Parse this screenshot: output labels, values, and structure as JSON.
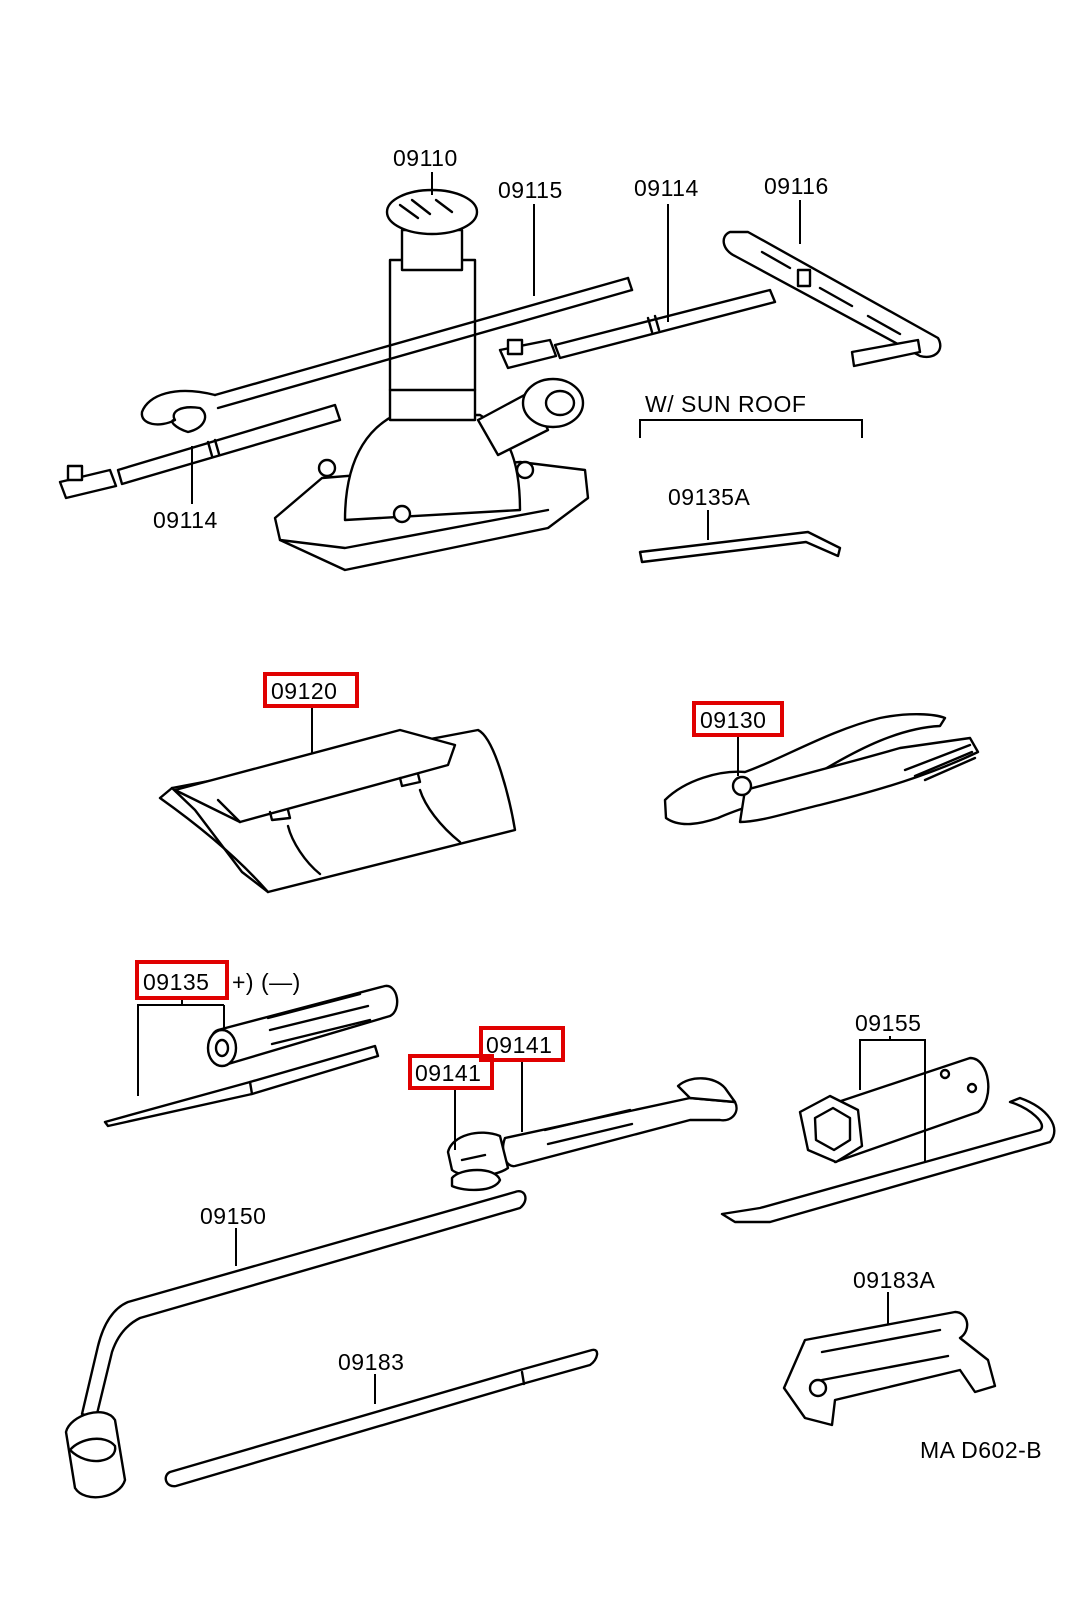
{
  "diagram_code": "MA D602-B",
  "variant_label": "W/ SUN ROOF",
  "highlight_color": "#e00000",
  "parts": {
    "jack": "09110",
    "jack_handle_rod": "09115",
    "extension_bar_upper": "09114",
    "jack_handle": "09116",
    "extension_bar_lower": "09114",
    "sunroof_tool": "09135A",
    "tool_bag": "09120",
    "pliers": "09130",
    "screwdriver": "09135",
    "screwdriver_suffix": "+) (—)",
    "wrench_upper": "09141",
    "wrench_lower": "09141",
    "plug_wrench": "09155",
    "wheel_nut_wrench": "09150",
    "tire_lever": "09183",
    "hub_tool": "09183A"
  }
}
